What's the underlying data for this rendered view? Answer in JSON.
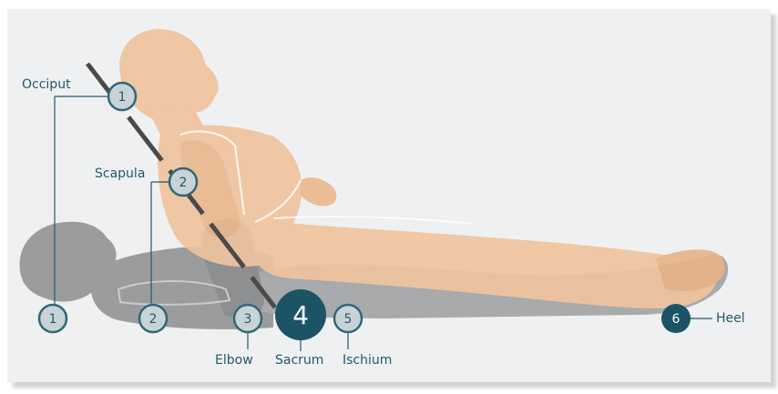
{
  "colors": {
    "panel_bg": "#eff0f1",
    "teal": "#1c5466",
    "marker_fill": "#c9d3d7",
    "marker_stroke": "#2f6878",
    "flesh": "#f0c49e",
    "flesh_dark": "#e1ad82",
    "gray_figure": "#9a9c9e",
    "gray_figure_dark": "#7f8183",
    "axis_line": "#4a4a4a"
  },
  "labels": {
    "occiput": "Occiput",
    "scapula": "Scapula",
    "elbow": "Elbow",
    "sacrum": "Sacrum",
    "ischium": "Ischium",
    "heel": "Heel"
  },
  "markers": {
    "occiput_upper": "1",
    "scapula_upper": "2",
    "occiput_lower": "1",
    "scapula_lower": "2",
    "elbow": "3",
    "sacrum": "4",
    "ischium": "5",
    "heel": "6"
  }
}
